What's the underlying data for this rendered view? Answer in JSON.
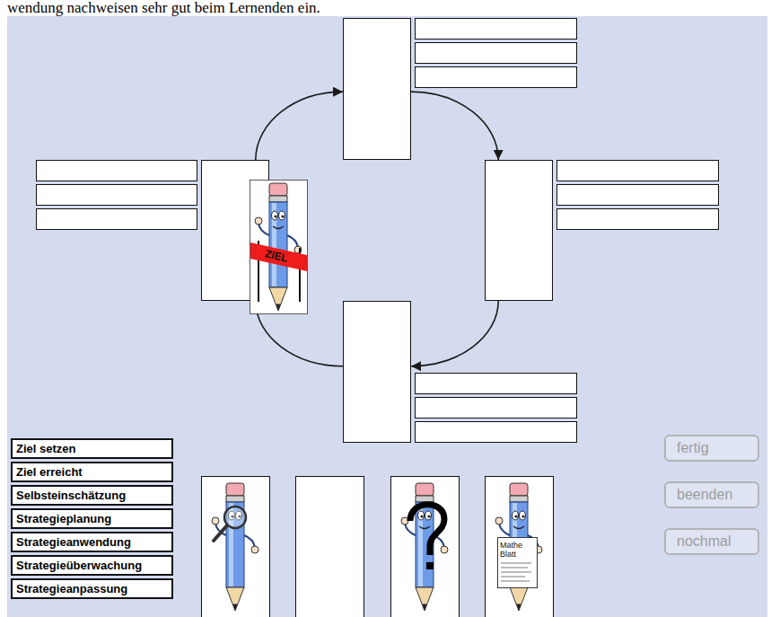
{
  "diagram": {
    "nodes": [
      {
        "text": []
      },
      {
        "text": []
      },
      {
        "text": []
      },
      {
        "text": []
      },
      {
        "text": [
          "Ziel setzen"
        ]
      },
      {
        "text": [
          "Ziel erreicht"
        ]
      },
      {
        "text": [
          "Selbsteinschätzung"
        ]
      },
      {
        "text": [
          "Strategieplanung"
        ]
      },
      {
        "text": [
          "Strategieanwendung"
        ]
      },
      {
        "text": [
          "Strategieüberwachung"
        ]
      },
      {
        "text": [
          "Strategieanpassung"
        ]
      },
      {
        "text": [
          "fertig"
        ]
      },
      {
        "text": [
          "beenden"
        ]
      },
      {
        "text": [
          "nochmal"
        ]
      }
    ],
    "edges": [
      {
        "from": 0,
        "to": 2,
        "arrow": "to"
      },
      {
        "from": 2,
        "to": 3,
        "arrow": "to"
      },
      {
        "from": 3,
        "to": 1,
        "arrow": "to"
      },
      {
        "from": 1,
        "to": 0,
        "arrow": "to"
      }
    ],
    "labels": [
      "wendung nachweisen sehr gut beim Lernenden ein.",
      "ZIEL",
      "Mathe Blatt"
    ]
  }
}
